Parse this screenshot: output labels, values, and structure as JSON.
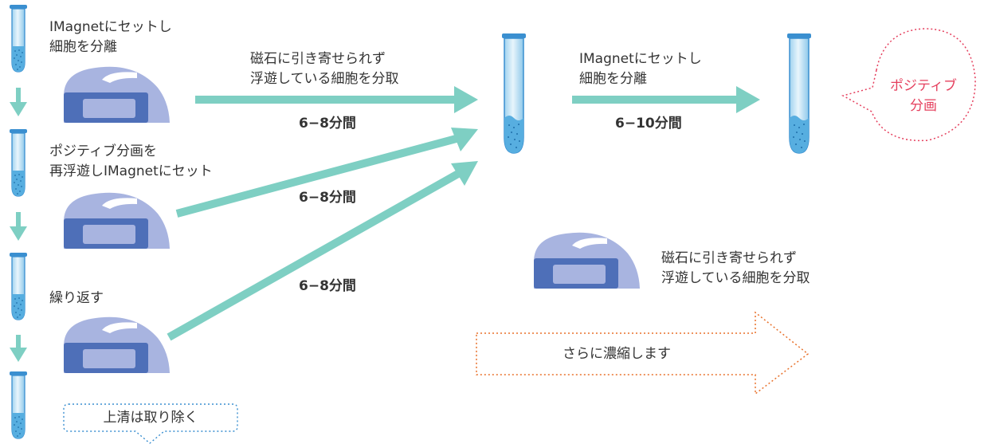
{
  "steps": {
    "step1": "IMagnetにセットし\n細胞を分離",
    "step2": "ポジティブ分画を\n再浮遊しIMagnetにセット",
    "step3": "繰り返す",
    "supernatant": "上清は取り除く"
  },
  "flow": {
    "top_label": "磁石に引き寄せられず\n浮遊している細胞を分取",
    "time1": "6−8分間",
    "time2": "6−8分間",
    "time3": "6−8分間",
    "second_label": "IMagnetにセットし\n細胞を分離",
    "time4": "6−10分間",
    "positive": "ポジティブ\n分画",
    "legend_label": "磁石に引き寄せられず\n浮遊している細胞を分取",
    "concentrate": "さらに濃縮します"
  },
  "colors": {
    "arrow": "#7ecfc3",
    "magnet_light": "#a8b4e0",
    "magnet_dark": "#4e6fb8",
    "tube_fill": "#cde8f7",
    "tube_liquid": "#57aee0",
    "positive_red": "#e5405e",
    "concentrate_orange": "#e8702a",
    "callout_blue": "#3a8fd0"
  }
}
